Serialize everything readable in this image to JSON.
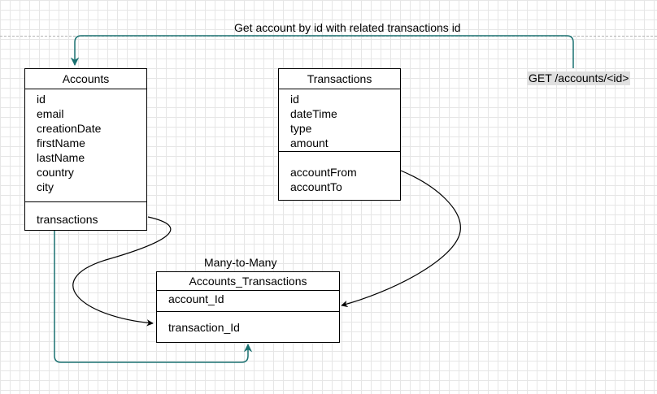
{
  "diagram": {
    "top_label": "Get account by id with related transactions id",
    "endpoint_label": "GET /accounts/<id>",
    "join_label": "Many-to-Many",
    "colors": {
      "teal_connector": "#1a7070",
      "black_connector": "#000000",
      "endpoint_background": "#e0e0e0"
    },
    "entities": {
      "accounts": {
        "title": "Accounts",
        "fields": [
          "id",
          "email",
          "creationDate",
          "firstName",
          "lastName",
          "country",
          "city"
        ],
        "refs": [
          "transactions"
        ]
      },
      "transactions": {
        "title": "Transactions",
        "fields": [
          "id",
          "dateTime",
          "type",
          "amount"
        ],
        "refs": [
          "accountFrom",
          "accountTo"
        ]
      },
      "accounts_transactions": {
        "title": "Accounts_Transactions",
        "fields": [
          "account_Id"
        ],
        "refs": [
          "transaction_Id"
        ]
      }
    }
  }
}
